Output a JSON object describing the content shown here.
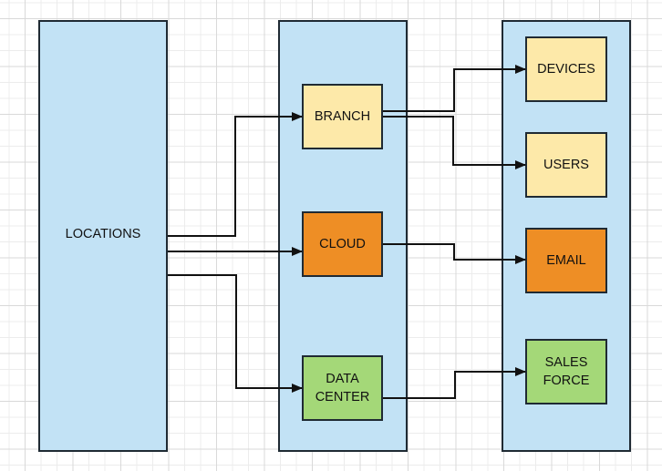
{
  "colors": {
    "container_fill": "#c2e2f5",
    "branch_fill": "#fde9a9",
    "cloud_fill": "#ee8e25",
    "datacenter_fill": "#a4d878",
    "stroke": "#1f2a33"
  },
  "diagram": {
    "source": {
      "label": "LOCATIONS"
    },
    "middle": [
      {
        "id": "branch",
        "label": "BRANCH"
      },
      {
        "id": "cloud",
        "label": "CLOUD"
      },
      {
        "id": "datacenter",
        "label": "DATA\nCENTER"
      }
    ],
    "targets": [
      {
        "id": "devices",
        "label": "DEVICES"
      },
      {
        "id": "users",
        "label": "USERS"
      },
      {
        "id": "email",
        "label": "EMAIL"
      },
      {
        "id": "salesforce",
        "label": "SALES\nFORCE"
      }
    ],
    "edges": [
      {
        "from": "locations",
        "to": "branch"
      },
      {
        "from": "locations",
        "to": "cloud"
      },
      {
        "from": "locations",
        "to": "datacenter"
      },
      {
        "from": "branch",
        "to": "devices"
      },
      {
        "from": "branch",
        "to": "users"
      },
      {
        "from": "cloud",
        "to": "email"
      },
      {
        "from": "datacenter",
        "to": "salesforce"
      }
    ]
  }
}
